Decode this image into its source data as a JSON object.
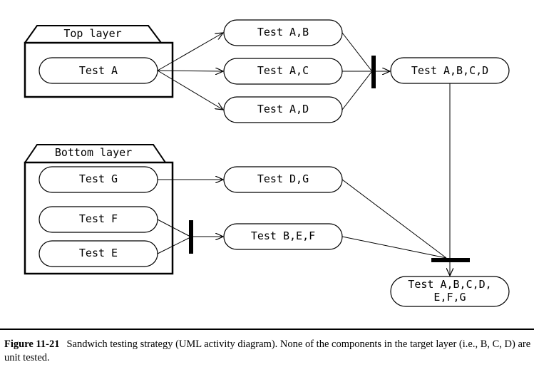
{
  "layers": {
    "top_label": "Top layer",
    "bottom_label": "Bottom layer"
  },
  "nodes": {
    "test_a": "Test A",
    "test_ab": "Test A,B",
    "test_ac": "Test A,C",
    "test_ad": "Test A,D",
    "test_abcd": "Test A,B,C,D",
    "test_g": "Test G",
    "test_f": "Test F",
    "test_e": "Test E",
    "test_dg": "Test D,G",
    "test_bef": "Test B,E,F",
    "test_final_line1": "Test A,B,C,D,",
    "test_final_line2": "E,F,G"
  },
  "caption": {
    "figure": "Figure 11-21",
    "text": "Sandwich testing strategy (UML activity diagram). None of the components in the target layer (i.e., B, C, D) are unit tested."
  }
}
